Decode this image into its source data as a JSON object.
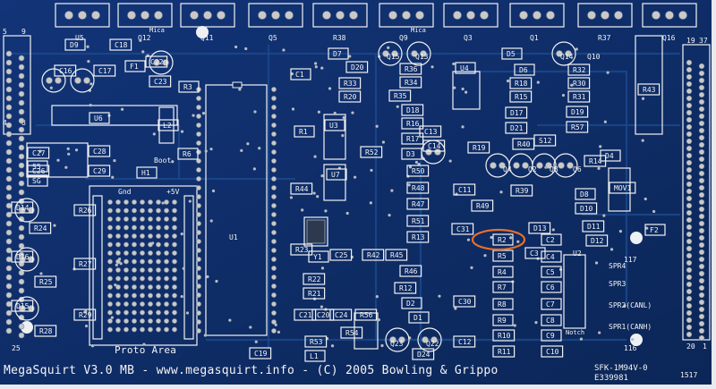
{
  "board": {
    "footer_left": "MegaSquirt V3.0 MB - www.megasquirt.info - (C) 2005 Bowling & Grippo",
    "footer_right_top": "SFK-1M94V-0",
    "footer_right_bottom": "E339981",
    "footer_date": "1517",
    "proto_area_label": "Proto Area",
    "gnd_label": "Gnd",
    "plus5v_label": "+5V",
    "notch_label": "Notch",
    "boot_label": "Boot",
    "mica_label": "Mica",
    "pin_numbers": [
      "5",
      "9",
      "4",
      "8",
      "19",
      "37",
      "20",
      "1",
      "117",
      "116",
      "25"
    ],
    "highlight_color": "#e8702a",
    "highlight_component": "R2"
  },
  "components": {
    "top_row": [
      "U5",
      "Q12",
      "Q11",
      "Q5",
      "R38",
      "Q9",
      "Q3",
      "Q1",
      "R37",
      "Q16"
    ],
    "labels": [
      "D9",
      "C18",
      "C16",
      "C17",
      "F1",
      "C22",
      "C23",
      "R3",
      "U6",
      "L2",
      "R6",
      "C27",
      "C28",
      "C26",
      "C29",
      "H1",
      "S5",
      "SG",
      "R24",
      "R26",
      "R25",
      "R27",
      "R28",
      "R29",
      "U1",
      "C1",
      "D7",
      "D20",
      "R33",
      "R20",
      "R36",
      "R34",
      "R35",
      "Q15",
      "Q13",
      "U4",
      "D5",
      "D6",
      "R18",
      "R15",
      "Q14",
      "Q10",
      "R32",
      "R30",
      "R31",
      "R43",
      "R1",
      "U3",
      "D18",
      "R16",
      "R17",
      "D3",
      "C13",
      "C14",
      "R19",
      "D17",
      "D21",
      "D19",
      "R57",
      "R40",
      "S12",
      "Q4",
      "Q2",
      "Q8",
      "Q6",
      "R14",
      "D4",
      "R44",
      "U7",
      "R52",
      "R50",
      "R48",
      "R47",
      "R51",
      "R13",
      "C11",
      "C31",
      "R49",
      "R39",
      "D8",
      "D10",
      "MOV1",
      "D13",
      "D11",
      "D12",
      "C2",
      "R2",
      "C3",
      "R5",
      "R4",
      "R7",
      "R8",
      "R9",
      "R10",
      "R11",
      "C4",
      "C5",
      "C6",
      "C7",
      "C8",
      "C9",
      "C10",
      "U2",
      "SPR4",
      "SPR3",
      "SPR2(CANL)",
      "SPR1(CANH)",
      "F2",
      "R23",
      "Y1",
      "C25",
      "R42",
      "R45",
      "R46",
      "R12",
      "D2",
      "D1",
      "C30",
      "C12",
      "R22",
      "R21",
      "C21",
      "C20",
      "C24",
      "R56",
      "R54",
      "R53",
      "L1",
      "C19",
      "Q23",
      "Q22",
      "D24",
      "D14",
      "D16",
      "D15"
    ]
  }
}
